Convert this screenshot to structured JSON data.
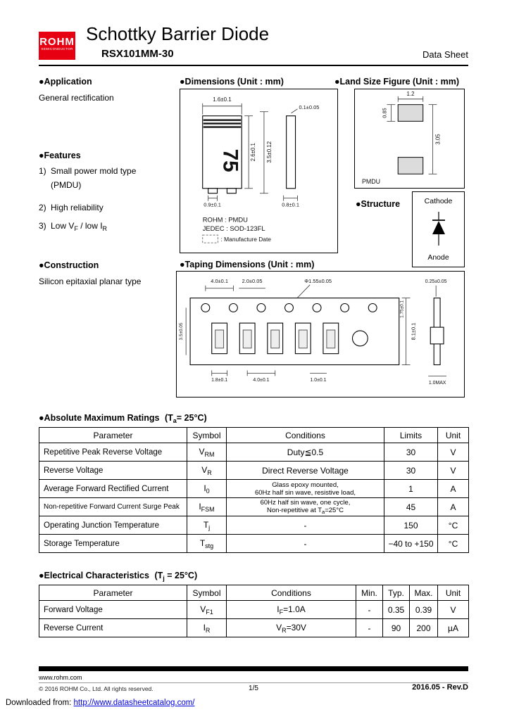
{
  "header": {
    "logo_top": "ROHM",
    "logo_bottom": "SEMICONDUCTOR",
    "title": "Schottky Barrier Diode",
    "part_number": "RSX101MM-30",
    "doc_type": "Data Sheet"
  },
  "left": {
    "application_heading": "●Application",
    "application_body": "General rectification",
    "features_heading": "●Features",
    "feat1_num": "1)",
    "feat1_line1": "Small power mold type",
    "feat1_line2": "(PMDU)",
    "feat2_num": "2)",
    "feat2_text": "High reliability",
    "feat3_num": "3)",
    "feat3_p1": "Low V",
    "feat3_s1": "F",
    "feat3_p2": " / low I",
    "feat3_s2": "R",
    "construction_heading": "●Construction",
    "construction_body": "Silicon epitaxial planar type"
  },
  "dimensions": {
    "heading": "●Dimensions",
    "unit": "(Unit : mm)",
    "marking": "75",
    "dim_top": "1.6±0.1",
    "dim_side_top": "0.1±0.05",
    "dim_body_h": "2.6±0.1",
    "dim_total_h": "3.5±0.12",
    "dim_lead_left": "0.9±0.1",
    "dim_lead_right": "0.8±0.1",
    "pkg_rohm": "ROHM : PMDU",
    "pkg_jedec": "JEDEC : SOD-123FL",
    "legend_note": ": Manufacture Date"
  },
  "land": {
    "heading": "●Land Size Figure",
    "unit": "(Unit : mm)",
    "dim_width": "1.2",
    "dim_pad_h": "0.85",
    "dim_span": "3.05",
    "pkg": "PMDU"
  },
  "structure": {
    "heading": "●Structure",
    "cathode": "Cathode",
    "anode": "Anode"
  },
  "taping": {
    "heading": "●Taping Dimensions",
    "unit": "(Unit : mm)",
    "dim_pitch": "4.0±0.1",
    "dim_hole_pitch": "2.0±0.05",
    "dim_hole_dia": "Φ1.55±0.05",
    "dim_tape_th": "0.25±0.05",
    "dim_edge": "1.75±0.1",
    "dim_center": "3.5±0.05",
    "dim_width": "8.1±0.1",
    "dim_pocket_w": "1.8±0.1",
    "dim_pocket_pitch": "4.0±0.1",
    "dim_pocket_l": "1.0±0.1",
    "dim_height": "1.0MAX"
  },
  "abs_max": {
    "heading": "●Absolute Maximum Ratings",
    "cond_pre": "(T",
    "cond_sub": "a",
    "cond_post": "= 25°C)",
    "col_parameter": "Parameter",
    "col_symbol": "Symbol",
    "col_conditions": "Conditions",
    "col_limits": "Limits",
    "col_unit": "Unit",
    "rows": [
      {
        "param": "Repetitive Peak Reverse Voltage",
        "sym": "V",
        "sub": "RM",
        "cond1": "Duty≦0.5",
        "limit": "30",
        "unit": "V"
      },
      {
        "param": "Reverse Voltage",
        "sym": "V",
        "sub": "R",
        "cond1": "Direct Reverse Voltage",
        "limit": "30",
        "unit": "V"
      },
      {
        "param": "Average Forward Rectified Current",
        "sym": "I",
        "sub": "0",
        "cond1": "Glass epoxy mounted,",
        "cond2": "60Hz half sin wave, resistive load,",
        "limit": "1",
        "unit": "A"
      },
      {
        "param": "Non-repetitive Forward Current Surge Peak",
        "sym": "I",
        "sub": "FSM",
        "cond1": "60Hz half sin wave, one cycle,",
        "cond2a": "Non-repetitive at T",
        "cond2sub": "a",
        "cond2b": "=25°C",
        "limit": "45",
        "unit": "A"
      },
      {
        "param": "Operating Junction Temperature",
        "sym": "T",
        "sub": "j",
        "cond1": "-",
        "limit": "150",
        "unit": "°C"
      },
      {
        "param": "Storage Temperature",
        "sym": "T",
        "sub": "stg",
        "cond1": "-",
        "limit": "−40 to +150",
        "unit": "°C"
      }
    ]
  },
  "elec": {
    "heading": "●Electrical Characteristics",
    "cond_pre": "(T",
    "cond_sub": "j",
    "cond_post": " = 25°C)",
    "col_parameter": "Parameter",
    "col_symbol": "Symbol",
    "col_conditions": "Conditions",
    "col_min": "Min.",
    "col_typ": "Typ.",
    "col_max": "Max.",
    "col_unit": "Unit",
    "rows": [
      {
        "param": "Forward Voltage",
        "sym": "V",
        "sub": "F1",
        "cond_base": "I",
        "cond_sub": "F",
        "cond_post": "=1.0A",
        "min": "-",
        "typ": "0.35",
        "max": "0.39",
        "unit": "V"
      },
      {
        "param": "Reverse Current",
        "sym": "I",
        "sub": "R",
        "cond_base": "V",
        "cond_sub": "R",
        "cond_post": "=30V",
        "min": "-",
        "typ": "90",
        "max": "200",
        "unit": "µA"
      }
    ]
  },
  "footer": {
    "site": "www.rohm.com",
    "copyright": "© 2016  ROHM Co., Ltd. All rights reserved.",
    "page": "1/5",
    "revision": "2016.05 -  Rev.D",
    "download_label": "Downloaded from: ",
    "download_url": "http://www.datasheetcatalog.com/"
  }
}
